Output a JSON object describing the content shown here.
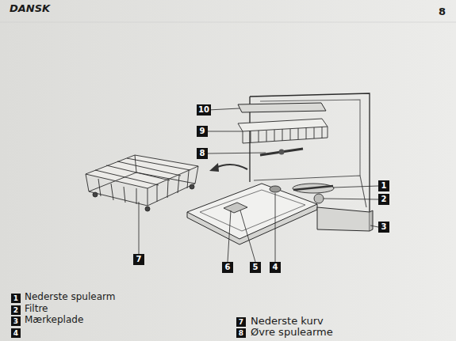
{
  "diagram": {
    "nodes": [
      {
        "text": [
          "10"
        ]
      },
      {
        "text": [
          "9"
        ]
      },
      {
        "text": [
          "8"
        ]
      },
      {
        "text": [
          "1"
        ]
      },
      {
        "text": [
          "2"
        ]
      },
      {
        "text": [
          "3"
        ]
      },
      {
        "text": [
          "7"
        ]
      },
      {
        "text": [
          "6"
        ]
      },
      {
        "text": [
          "5"
        ]
      },
      {
        "text": [
          "4"
        ]
      },
      {
        "text": [
          "1"
        ]
      },
      {
        "text": [
          "2"
        ]
      },
      {
        "text": [
          "3"
        ]
      },
      {
        "text": [
          "4"
        ]
      },
      {
        "text": [
          "7"
        ]
      },
      {
        "text": [
          "8"
        ]
      }
    ],
    "labels": [
      "DANSK",
      "8",
      "Nederste spulearm",
      "Filtre",
      "Mærkeplade",
      "Nederste kurv",
      "Øvre spulearme"
    ]
  }
}
